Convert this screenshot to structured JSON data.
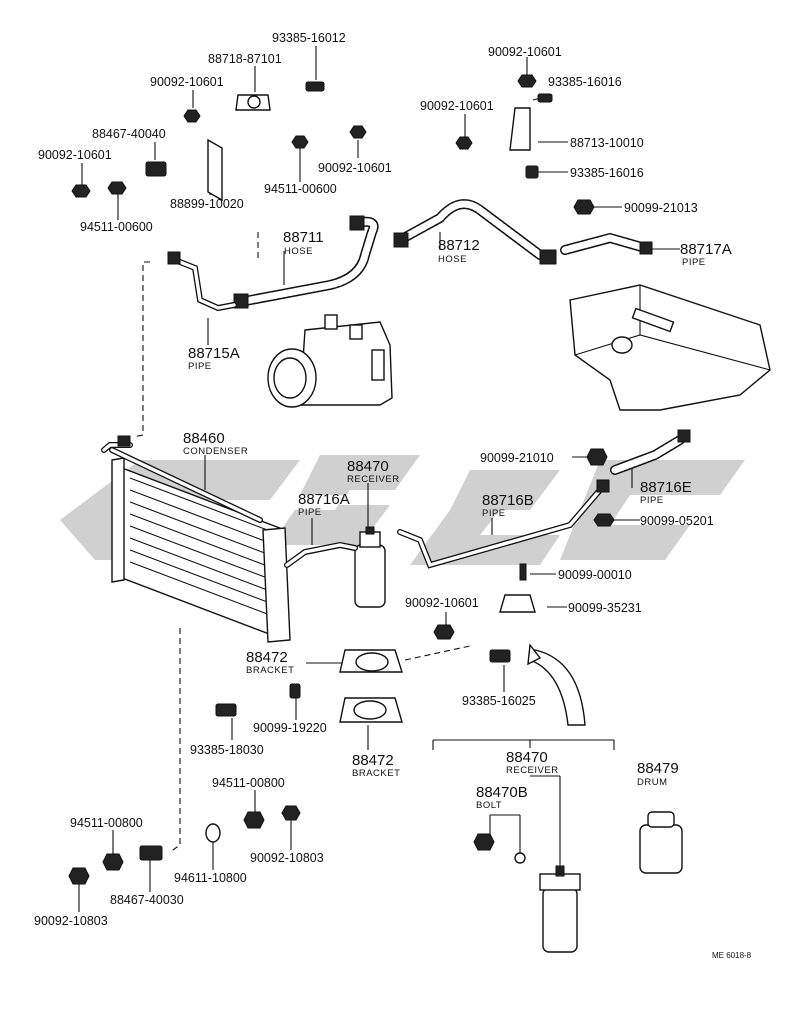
{
  "watermark": {
    "color": "#c8c8c8"
  },
  "labels": {
    "p93385_16012": "93385-16012",
    "p88718_87101": "88718-87101",
    "p90092_10601_a": "90092-10601",
    "p88467_40040": "88467-40040",
    "p90092_10601_b": "90092-10601",
    "p94511_00600_a": "94511-00600",
    "p88899_10020": "88899-10020",
    "p94511_00600_b": "94511-00600",
    "p90092_10601_c": "90092-10601",
    "p90092_10601_d": "90092-10601",
    "p90092_10601_e": "90092-10601",
    "p93385_16016_a": "93385-16016",
    "p88713_10010": "88713-10010",
    "p93385_16016_b": "93385-16016",
    "p90099_21013": "90099-21013",
    "p88711": "88711",
    "p88711_sub": "HOSE",
    "p88712": "88712",
    "p88712_sub": "HOSE",
    "p88717A": "88717A",
    "p88717A_sub": "PIPE",
    "p88715A": "88715A",
    "p88715A_sub": "PIPE",
    "p88460": "88460",
    "p88460_sub": "CONDENSER",
    "p88470_top": "88470",
    "p88470_top_sub": "RECEIVER",
    "p88716A": "88716A",
    "p88716A_sub": "PIPE",
    "p88716B": "88716B",
    "p88716B_sub": "PIPE",
    "p90099_21010": "90099-21010",
    "p88716E": "88716E",
    "p88716E_sub": "PIPE",
    "p90099_05201": "90099-05201",
    "p90099_00010": "90099-00010",
    "p90092_10601_f": "90092-10601",
    "p90099_35231": "90099-35231",
    "p88472_a": "88472",
    "p88472_a_sub": "BRACKET",
    "p93385_16025": "93385-16025",
    "p90099_19220": "90099-19220",
    "p93385_18030": "93385-18030",
    "p88472_b": "88472",
    "p88472_b_sub": "BRACKET",
    "p88470_bot": "88470",
    "p88470_bot_sub": "RECEIVER",
    "p88479": "88479",
    "p88479_sub": "DRUM",
    "p88470B": "88470B",
    "p88470B_sub": "BOLT",
    "p94511_00800_a": "94511-00800",
    "p94511_00800_b": "94511-00800",
    "p90092_10803_a": "90092-10803",
    "p94611_10800": "94611-10800",
    "p88467_40030": "88467-40030",
    "p90092_10803_b": "90092-10803",
    "ref_code": "ME 6018-8"
  }
}
